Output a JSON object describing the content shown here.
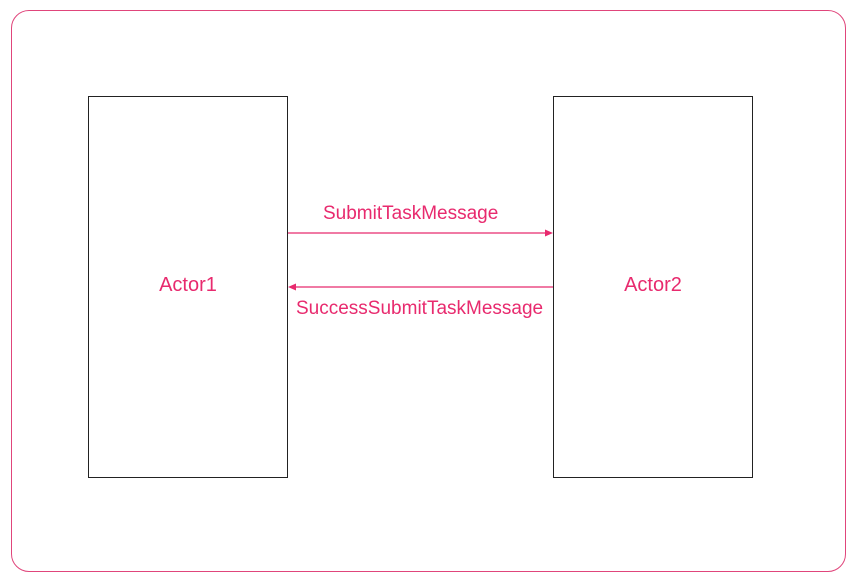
{
  "diagram": {
    "accent_color": "#e82a6e",
    "frame_color": "#e0457b",
    "actors": [
      {
        "label": "Actor1"
      },
      {
        "label": "Actor2"
      }
    ],
    "messages": [
      {
        "label": "SubmitTaskMessage",
        "from": "Actor1",
        "to": "Actor2"
      },
      {
        "label": "SuccessSubmitTaskMessage",
        "from": "Actor2",
        "to": "Actor1"
      }
    ]
  }
}
